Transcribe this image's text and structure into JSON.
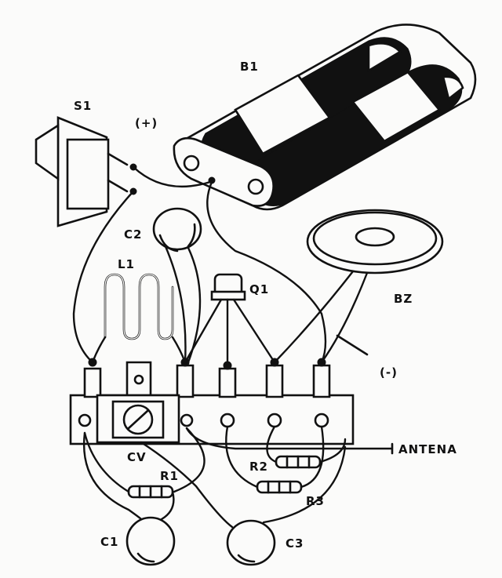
{
  "labels": {
    "battery": "B1",
    "switch": "S1",
    "positive": "(+)",
    "capacitor_c2": "C2",
    "coil": "L1",
    "transistor": "Q1",
    "buzzer": "BZ",
    "negative": "(-)",
    "variable_capacitor": "CV",
    "antenna": "ANTENA",
    "resistor_r1": "R1",
    "resistor_r2": "R2",
    "resistor_r3": "R3",
    "capacitor_c1": "C1",
    "capacitor_c3": "C3"
  },
  "colors": {
    "ink": "#111111",
    "paper": "#fbfbfa"
  }
}
